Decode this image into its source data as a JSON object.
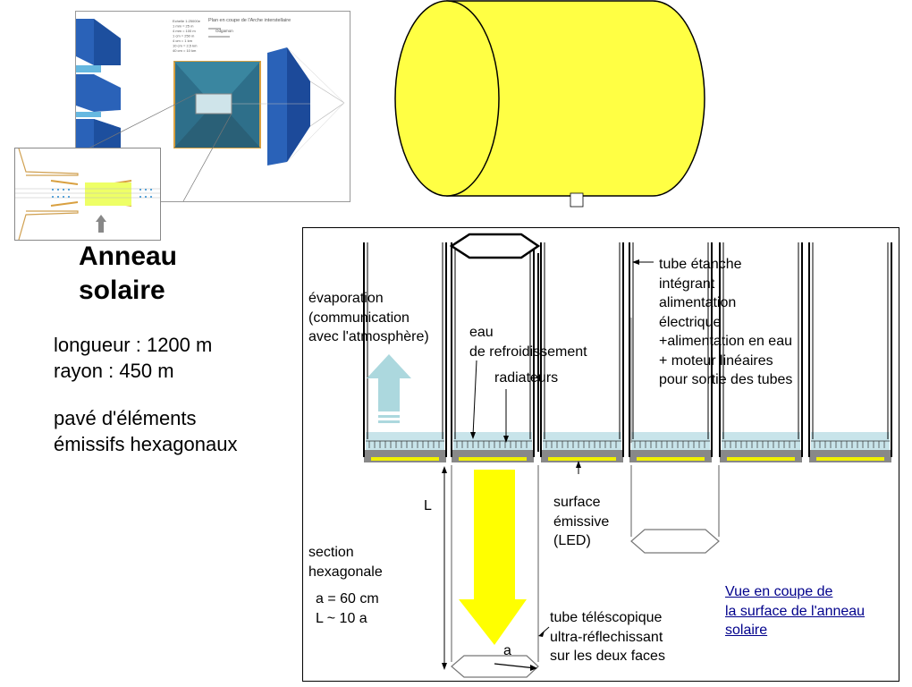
{
  "slide": {
    "title_line1": "Anneau",
    "title_line2": "solaire",
    "spec_length": "longueur : 1200 m",
    "spec_radius": "rayon : 450 m",
    "spec_pave_line1": "pavé d'éléments",
    "spec_pave_line2": "émissifs hexagonaux"
  },
  "thumbnail": {
    "plan_title": "Plan en coupe de l'Arche interstellaire",
    "author": "Odgamon",
    "scale_legend": [
      "Echelle 1:25000e",
      "1 mm = 25 m",
      "4 mm = 100 m",
      "1 cm = 250 m",
      "4 cm = 1 km",
      "10 cm = 2,5 km",
      "40 cm = 10 km"
    ]
  },
  "colors": {
    "cylinder_fill": "#ffff44",
    "water": "#c8e4ea",
    "led": "#f0f000",
    "arrow_up": "#acd8de",
    "arrow_down": "#ffff00",
    "caption": "#00008b"
  },
  "diagram": {
    "evaporation": [
      "évaporation",
      "(communication",
      "avec l'atmosphère)"
    ],
    "eau": [
      "eau",
      "de refroidissement"
    ],
    "radiateurs": "radiateurs",
    "tube_etanche": [
      "tube étanche",
      "intégrant",
      "alimentation",
      "électrique",
      "+alimentation en eau",
      "+ moteur linéaires",
      "pour sortie des tubes"
    ],
    "surface": [
      "surface",
      "émissive",
      "(LED)"
    ],
    "L_label": "L",
    "section": [
      "section",
      "hexagonale"
    ],
    "params": [
      "a = 60 cm",
      "L ~ 10 a"
    ],
    "a_label": "a",
    "tube_telescopique": [
      "tube téléscopique",
      "ultra-réflechissant",
      "sur les deux faces"
    ],
    "caption": [
      "Vue en coupe de",
      "la surface de l'anneau",
      "solaire"
    ]
  }
}
